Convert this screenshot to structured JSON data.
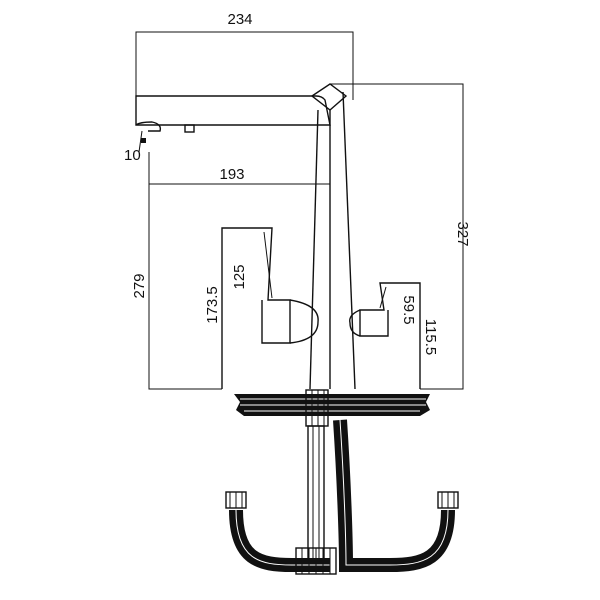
{
  "dimensions": {
    "overall_width": "234",
    "spout_reach": "193",
    "overall_height": "327",
    "spout_height": "279",
    "lever_left_total": "173.5",
    "lever_left_body": "125",
    "lever_right_body": "59.5",
    "lever_right_total": "115.5",
    "spout_outlet": "10"
  },
  "colors": {
    "line": "#111111",
    "background": "#ffffff"
  }
}
